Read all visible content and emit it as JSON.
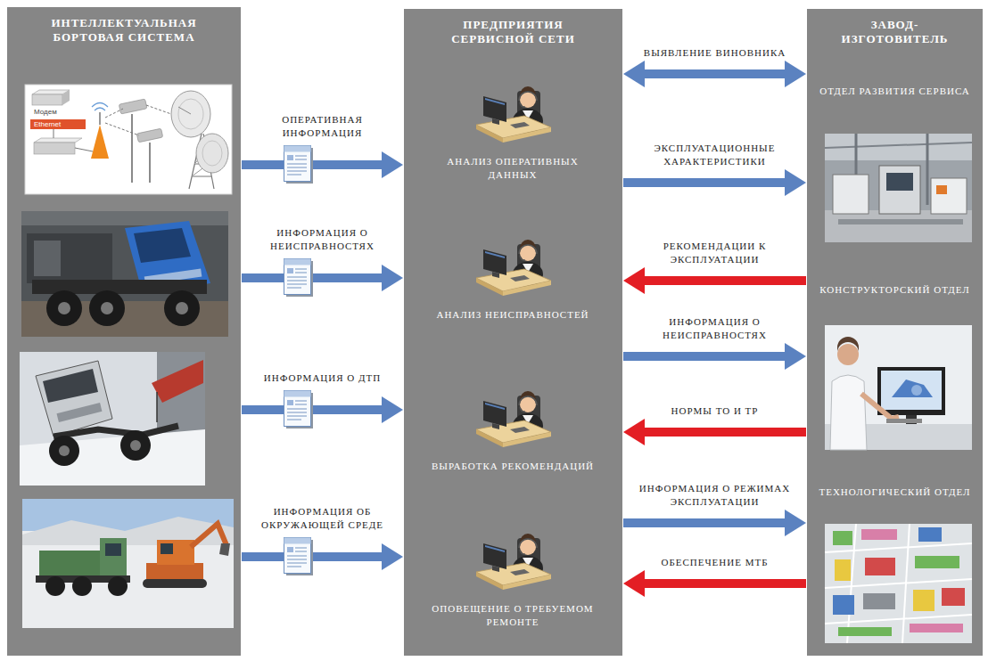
{
  "diagram": {
    "nodes": [
      {
        "text": [
          "ИНТЕЛЛЕКТУАЛЬНАЯ БОРТОВАЯ СИСТЕМА"
        ]
      },
      {
        "text": [
          "ПРЕДПРИЯТИЯ СЕРВИСНОЙ СЕТИ"
        ]
      },
      {
        "text": [
          "АНАЛИЗ ОПЕРАТИВНЫХ ДАННЫХ"
        ],
        "in": 1
      },
      {
        "text": [
          "АНАЛИЗ НЕИСПРАВНОСТЕЙ"
        ],
        "in": 1
      },
      {
        "text": [
          "ВЫРАБОТКА РЕКОМЕНДАЦИЙ"
        ],
        "in": 1
      },
      {
        "text": [
          "ОПОВЕЩЕНИЕ О ТРЕБУЕМОМ РЕМОНТЕ"
        ],
        "in": 1
      },
      {
        "text": [
          "ЗАВОД-ИЗГОТОВИТЕЛЬ"
        ]
      },
      {
        "text": [
          "ОТДЕЛ РАЗВИТИЯ СЕРВИСА"
        ],
        "in": 6
      },
      {
        "text": [
          "КОНСТРУКТОРСКИЙ ОТДЕЛ"
        ],
        "in": 6
      },
      {
        "text": [
          "ТЕХНОЛОГИЧЕСКИЙ ОТДЕЛ"
        ],
        "in": 6
      }
    ],
    "edges": [
      {
        "from": 0,
        "to": 1,
        "arrow": "to",
        "label": "ОПЕРАТИВНАЯ ИНФОРМАЦИЯ"
      },
      {
        "from": 0,
        "to": 1,
        "arrow": "to",
        "label": "ИНФОРМАЦИЯ О НЕИСПРАВНОСТЯХ"
      },
      {
        "from": 0,
        "to": 1,
        "arrow": "to",
        "label": "ИНФОРМАЦИЯ О ДТП"
      },
      {
        "from": 0,
        "to": 1,
        "arrow": "to",
        "label": "ИНФОРМАЦИЯ ОБ ОКРУЖАЮЩЕЙ СРЕДЕ"
      },
      {
        "from": 1,
        "to": 6,
        "arrow": "both",
        "label": "ВЫЯВЛЕНИЕ ВИНОВНИКА"
      },
      {
        "from": 1,
        "to": 6,
        "arrow": "to",
        "label": "ЭКСПЛУАТАЦИОННЫЕ ХАРАКТЕРИСТИКИ"
      },
      {
        "from": 6,
        "to": 1,
        "arrow": "to",
        "label": "РЕКОМЕНДАЦИИ К ЭКСПЛУАТАЦИИ"
      },
      {
        "from": 1,
        "to": 6,
        "arrow": "to",
        "label": "ИНФОРМАЦИЯ О НЕИСПРАВНОСТЯХ"
      },
      {
        "from": 6,
        "to": 1,
        "arrow": "to",
        "label": "НОРМЫ ТО И ТР"
      },
      {
        "from": 1,
        "to": 6,
        "arrow": "to",
        "label": "ИНФОРМАЦИЯ О РЕЖИМАХ ЭКСПЛУАТАЦИИ"
      },
      {
        "from": 6,
        "to": 1,
        "arrow": "to",
        "label": "ОБЕСПЕЧЕНИЕ МТБ"
      }
    ],
    "labels": [
      "Модем",
      "Ethernet"
    ]
  }
}
